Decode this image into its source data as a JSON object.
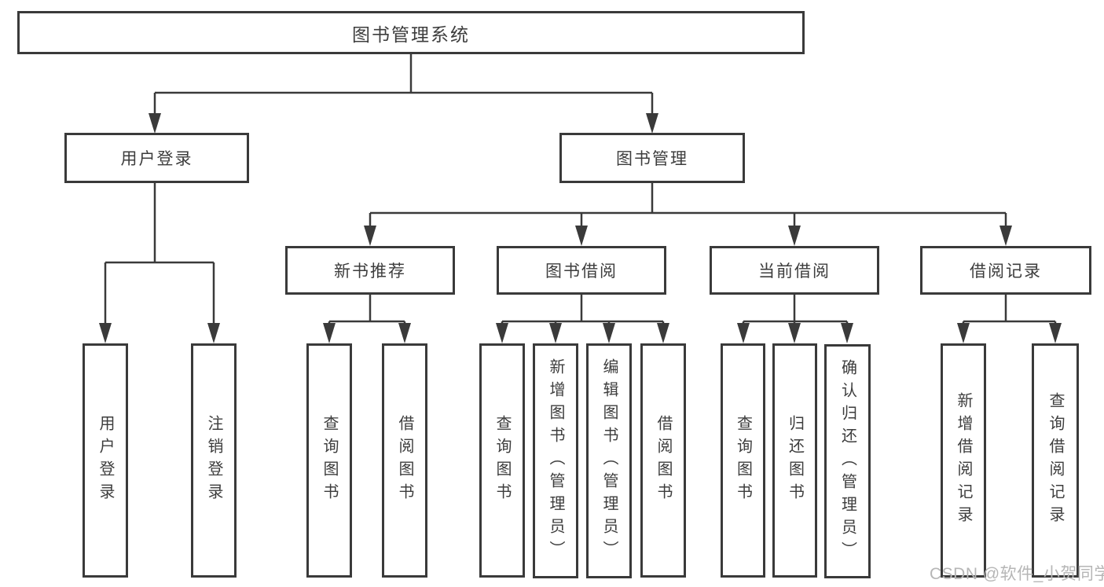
{
  "diagram": {
    "root": {
      "label": "图书管理系统"
    },
    "branches": [
      {
        "label": "用户登录",
        "children": [
          {
            "label": "用户登录"
          },
          {
            "label": "注销登录"
          }
        ]
      },
      {
        "label": "图书管理",
        "children": [
          {
            "label": "新书推荐",
            "children": [
              {
                "label": "查询图书"
              },
              {
                "label": "借阅图书"
              }
            ]
          },
          {
            "label": "图书借阅",
            "children": [
              {
                "label": "查询图书"
              },
              {
                "label": "新增图书（管理员）"
              },
              {
                "label": "编辑图书（管理员）"
              },
              {
                "label": "借阅图书"
              }
            ]
          },
          {
            "label": "当前借阅",
            "children": [
              {
                "label": "查询图书"
              },
              {
                "label": "归还图书"
              },
              {
                "label": "确认归还（管理员）"
              }
            ]
          },
          {
            "label": "借阅记录",
            "children": [
              {
                "label": "新增借阅记录"
              },
              {
                "label": "查询借阅记录"
              }
            ]
          }
        ]
      }
    ],
    "watermark": "CSDN @软件_小贺同学",
    "colors": {
      "line": "#3a3a3a",
      "text": "#3d3d3d",
      "watermark": "#b6b6b6",
      "background": "#ffffff"
    }
  }
}
